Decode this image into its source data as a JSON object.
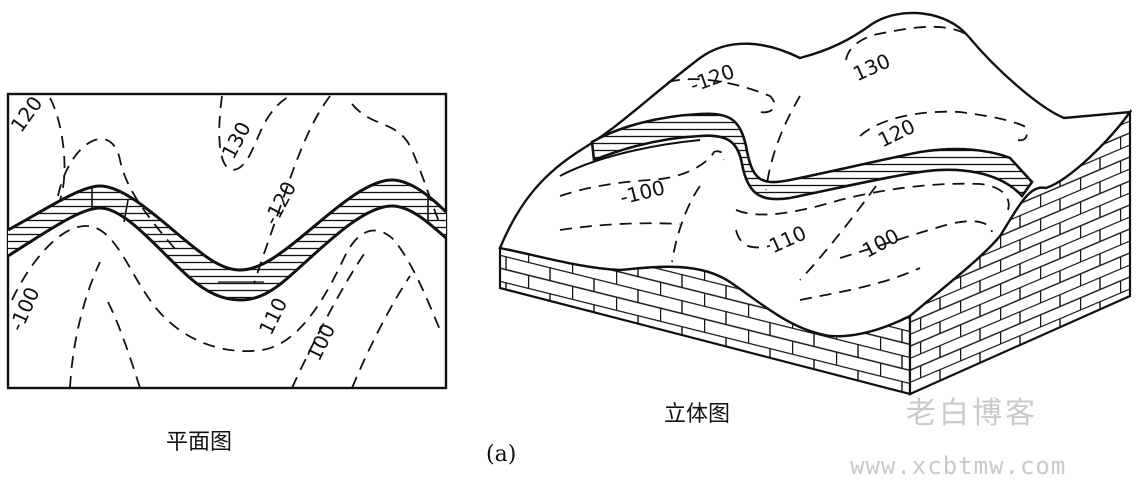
{
  "plan_view": {
    "caption": "平面图",
    "contour_labels": [
      "120",
      "130",
      "-120",
      "-100",
      "110",
      "100"
    ]
  },
  "block_view": {
    "caption": "立体图",
    "contour_labels": [
      "-120",
      "130",
      "120",
      "-100",
      "110",
      "100"
    ]
  },
  "figure_label": "(a)",
  "watermark": {
    "title": "老白博客",
    "url": "www.xcbtmw.com"
  }
}
